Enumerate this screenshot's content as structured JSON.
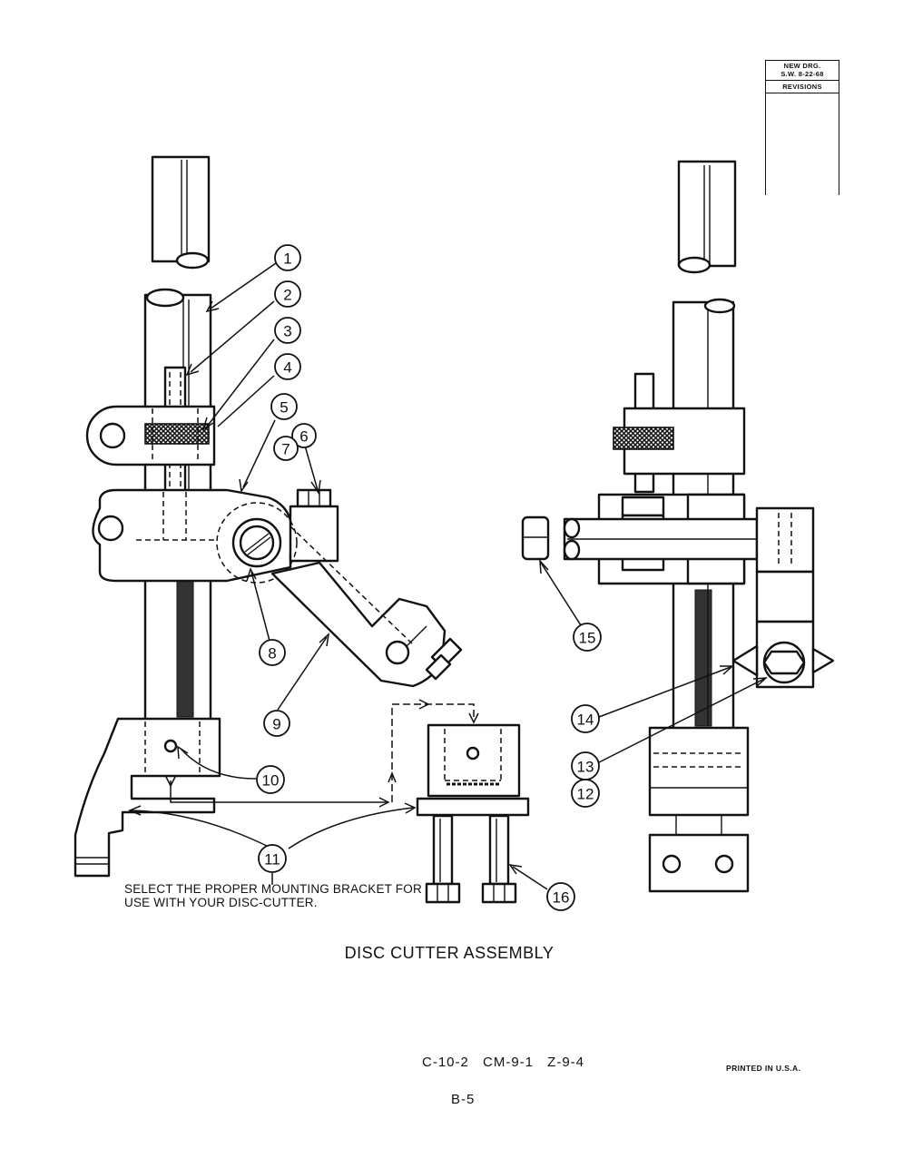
{
  "revision_block": {
    "line1": "NEW DRG.",
    "line2": "S.W. 8-22-68",
    "label": "REVISIONS"
  },
  "callouts": [
    "1",
    "2",
    "3",
    "4",
    "5",
    "6",
    "7",
    "8",
    "9",
    "10",
    "11",
    "12",
    "13",
    "14",
    "15",
    "16"
  ],
  "note": "SELECT THE PROPER MOUNTING BRACKET FOR USE WITH YOUR DISC-CUTTER.",
  "caption": "DISC CUTTER ASSEMBLY",
  "codes": "C-10-2  CM-9-1  Z-9-4",
  "printed": "PRINTED IN U.S.A.",
  "page_number": "B-5"
}
